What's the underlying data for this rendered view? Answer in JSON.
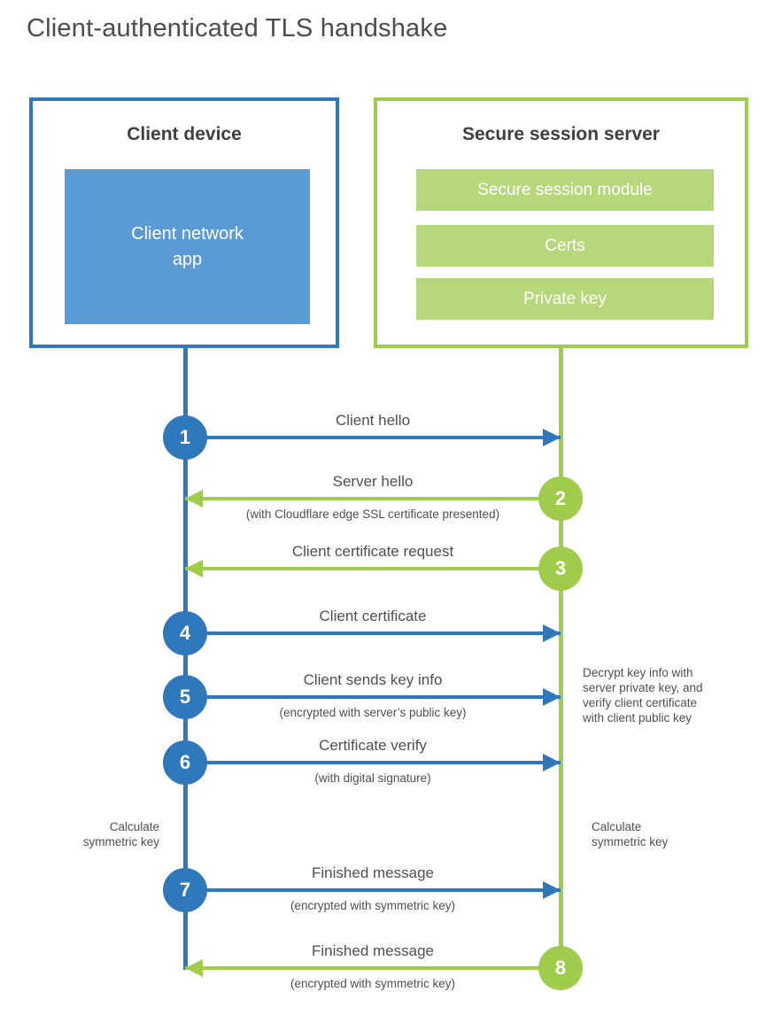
{
  "title": "Client-authenticated TLS handshake",
  "colors": {
    "blue_line": "#2e78bb",
    "blue_fill": "#5b9bd5",
    "green_line": "#a0cb4b",
    "green_fill": "#b7d77b",
    "heading_text": "#3f3f42",
    "label_text": "#4f4f52"
  },
  "client": {
    "heading": "Client device",
    "module": "Client network app"
  },
  "server": {
    "heading": "Secure session server",
    "modules": [
      "Secure session module",
      "Certs",
      "Private key"
    ]
  },
  "steps": [
    {
      "number": "1",
      "from": "client",
      "to": "server",
      "label": "Client hello",
      "sublabel": ""
    },
    {
      "number": "2",
      "from": "server",
      "to": "client",
      "label": "Server hello",
      "sublabel": "(with Cloudflare edge SSL certificate presented)"
    },
    {
      "number": "3",
      "from": "server",
      "to": "client",
      "label": "Client certificate request",
      "sublabel": ""
    },
    {
      "number": "4",
      "from": "client",
      "to": "server",
      "label": "Client certificate",
      "sublabel": ""
    },
    {
      "number": "5",
      "from": "client",
      "to": "server",
      "label": "Client sends key info",
      "sublabel": "(encrypted with server’s public key)"
    },
    {
      "number": "6",
      "from": "client",
      "to": "server",
      "label": "Certificate verify",
      "sublabel": "(with digital signature)"
    },
    {
      "number": "7",
      "from": "client",
      "to": "server",
      "label": "Finished message",
      "sublabel": "(encrypted with symmetric key)"
    },
    {
      "number": "8",
      "from": "server",
      "to": "client",
      "label": "Finished message",
      "sublabel": "(encrypted with symmetric key)"
    }
  ],
  "notes": {
    "client_calculate": [
      "Calculate",
      "symmetric key"
    ],
    "server_decrypt": [
      "Decrypt key info with",
      "server private key, and",
      "verify client certificate",
      "with client public key"
    ],
    "server_calculate": [
      "Calculate",
      "symmetric key"
    ]
  }
}
